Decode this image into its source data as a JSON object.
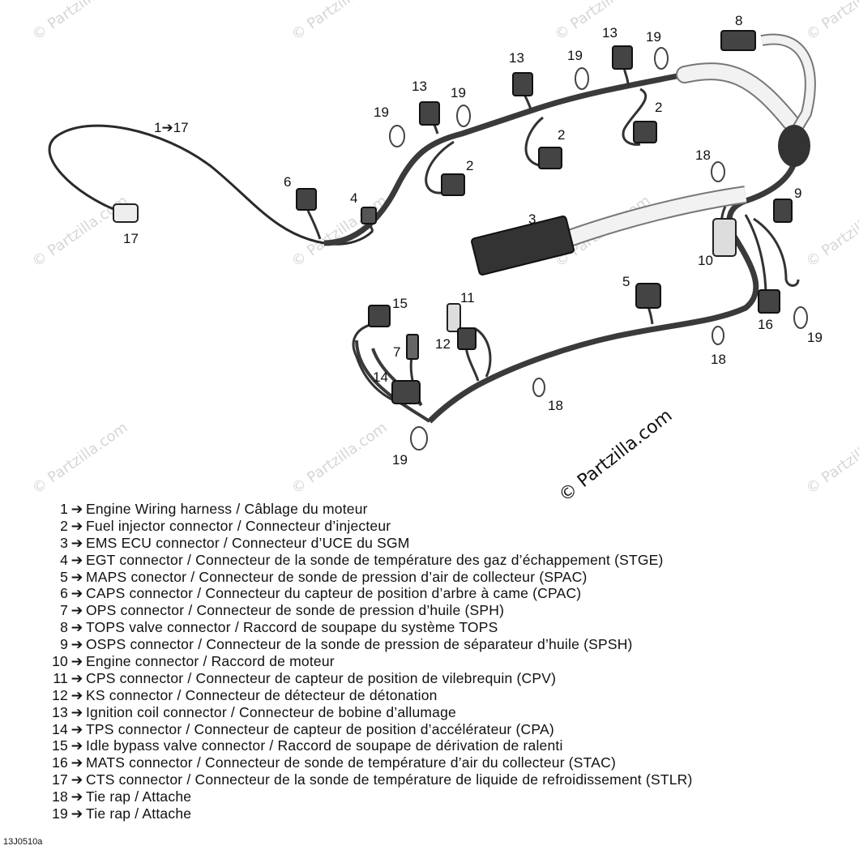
{
  "diagram": {
    "callouts": [
      {
        "key": "c1",
        "text": "1➔17"
      },
      {
        "key": "c17",
        "text": "17"
      },
      {
        "key": "c6",
        "text": "6"
      },
      {
        "key": "c4",
        "text": "4"
      },
      {
        "key": "c13a",
        "text": "13"
      },
      {
        "key": "c19a",
        "text": "19"
      },
      {
        "key": "c19b",
        "text": "19"
      },
      {
        "key": "c2a",
        "text": "2"
      },
      {
        "key": "c13b",
        "text": "13"
      },
      {
        "key": "c19c",
        "text": "19"
      },
      {
        "key": "c2b",
        "text": "2"
      },
      {
        "key": "c13c",
        "text": "13"
      },
      {
        "key": "c19d",
        "text": "19"
      },
      {
        "key": "c2c",
        "text": "2"
      },
      {
        "key": "c8",
        "text": "8"
      },
      {
        "key": "c18a",
        "text": "18"
      },
      {
        "key": "c9",
        "text": "9"
      },
      {
        "key": "c3",
        "text": "3"
      },
      {
        "key": "c10",
        "text": "10"
      },
      {
        "key": "c5",
        "text": "5"
      },
      {
        "key": "c11",
        "text": "11"
      },
      {
        "key": "c15",
        "text": "15"
      },
      {
        "key": "c7",
        "text": "7"
      },
      {
        "key": "c12",
        "text": "12"
      },
      {
        "key": "c14",
        "text": "14"
      },
      {
        "key": "c18b",
        "text": "18"
      },
      {
        "key": "c18c",
        "text": "18"
      },
      {
        "key": "c16",
        "text": "16"
      },
      {
        "key": "c19e",
        "text": "19"
      },
      {
        "key": "c19f",
        "text": "19"
      }
    ],
    "watermark": "© Partzilla.com",
    "credit": "© Partzilla.com"
  },
  "legend": [
    {
      "num": "1",
      "arrow": "➔",
      "text": "Engine Wiring harness / Câblage du moteur"
    },
    {
      "num": "2",
      "arrow": "➔",
      "text": "Fuel injector connector / Connecteur d’injecteur"
    },
    {
      "num": "3",
      "arrow": "➔",
      "text": "EMS ECU connector / Connecteur d’UCE du SGM"
    },
    {
      "num": "4",
      "arrow": "➔",
      "text": "EGT connector / Connecteur de la sonde de température des gaz d’échappement (STGE)"
    },
    {
      "num": "5",
      "arrow": "➔",
      "text": "MAPS conector / Connecteur de sonde de pression d’air de collecteur (SPAC)"
    },
    {
      "num": "6",
      "arrow": "➔",
      "text": "CAPS connector / Connecteur du capteur de position d’arbre à came (CPAC)"
    },
    {
      "num": "7",
      "arrow": "➔",
      "text": "OPS connector / Connecteur de sonde de pression d’huile (SPH)"
    },
    {
      "num": "8",
      "arrow": "➔",
      "text": "TOPS valve connector / Raccord de soupape du système TOPS"
    },
    {
      "num": "9",
      "arrow": "➔",
      "text": "OSPS connector / Connecteur de la sonde de pression de séparateur d’huile (SPSH)"
    },
    {
      "num": "10",
      "arrow": "➔",
      "text": "Engine connector / Raccord de moteur"
    },
    {
      "num": "11",
      "arrow": "➔",
      "text": "CPS connector / Connecteur de capteur de position de vilebrequin (CPV)"
    },
    {
      "num": "12",
      "arrow": "➔",
      "text": "KS connector / Connecteur de détecteur de détonation"
    },
    {
      "num": "13",
      "arrow": "➔",
      "text": "Ignition coil connector / Connecteur de bobine d’allumage"
    },
    {
      "num": "14",
      "arrow": "➔",
      "text": "TPS connector / Connecteur de capteur de position d’accélérateur (CPA)"
    },
    {
      "num": "15",
      "arrow": "➔",
      "text": "Idle bypass valve connector / Raccord de soupape de dérivation de ralenti"
    },
    {
      "num": "16",
      "arrow": "➔",
      "text": "MATS connector / Connecteur de sonde de température d’air du collecteur (STAC)"
    },
    {
      "num": "17",
      "arrow": "➔",
      "text": "CTS connector / Connecteur de la sonde de température de liquide de refroidissement (STLR)"
    },
    {
      "num": "18",
      "arrow": "➔",
      "text": "Tie rap / Attache"
    },
    {
      "num": "19",
      "arrow": "➔",
      "text": "Tie rap / Attache"
    }
  ],
  "figure_code": "13J0510a"
}
